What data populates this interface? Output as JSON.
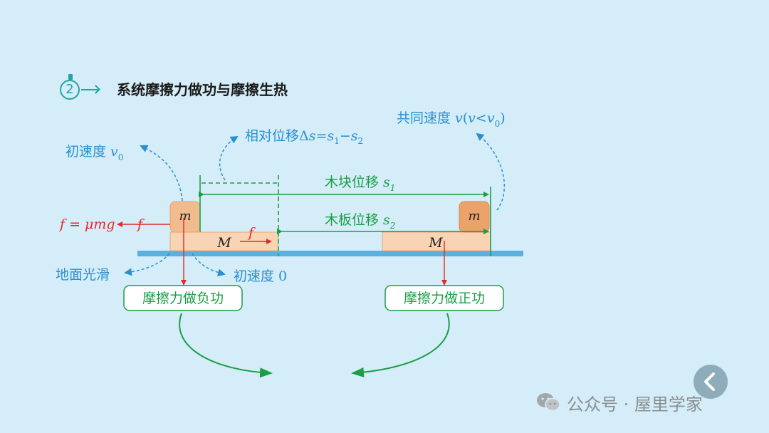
{
  "header": {
    "section_number": "2",
    "title": "系统摩擦力做功与摩擦生热"
  },
  "diagram": {
    "init_v0_label": "初速度",
    "v0_symbol": "v",
    "v0_sub": "0",
    "rel_disp_label": "相对位移",
    "rel_disp_formula": [
      "Δ",
      "s",
      "=",
      "s",
      "1",
      "−",
      "s",
      "2"
    ],
    "common_v_label": "共同速度",
    "common_v_formula": [
      "v",
      "(",
      "v",
      "<",
      "v",
      "0",
      ")"
    ],
    "block_disp_label": "木块位移",
    "board_disp_label": "木板位移",
    "s_symbol": "s",
    "sub_1": "1",
    "sub_2": "2",
    "block_mass": "m",
    "board_mass": "M",
    "friction_formula": [
      "f",
      " = ",
      "μmg"
    ],
    "friction_f": "f",
    "ground_smooth_label": "地面光滑",
    "board_init_label": "初速度",
    "board_init_value": "0",
    "neg_work_label": "摩擦力做负功",
    "pos_work_label": "摩擦力做正功"
  },
  "colors": {
    "background": "#d4edf8",
    "blue_label": "#2a8fd0",
    "green": "#1a9e46",
    "red": "#e02b2b",
    "board_fill": "#f8d4b4",
    "block_fill": "#eba36a",
    "ground": "#5ab0de",
    "badge": "#23a5a0"
  },
  "watermark": {
    "text": "公众号 · 屋里学家",
    "icon": "wechat-icon"
  },
  "nav": {
    "back_icon": "chevron-left-icon"
  }
}
